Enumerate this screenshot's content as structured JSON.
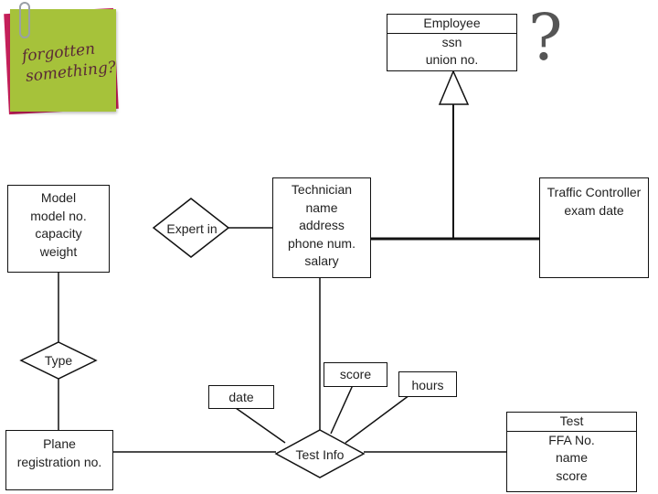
{
  "sticky_note": {
    "line1": "forgotten",
    "line2": "something?",
    "colors": {
      "paper": "#a6c23a",
      "backing": "#c5205a",
      "clip": "#9aa0a6"
    }
  },
  "question_mark": "?",
  "entities": {
    "employee": {
      "title": "Employee",
      "attributes": [
        "ssn",
        "union no."
      ]
    },
    "technician": {
      "title": "Technician",
      "attributes": [
        "name",
        "address",
        "phone num.",
        "salary"
      ]
    },
    "traffic_controller": {
      "title": "Traffic Controller",
      "attributes": [
        "exam date"
      ]
    },
    "model": {
      "title": "Model",
      "attributes": [
        "model no.",
        "capacity",
        "weight"
      ]
    },
    "plane": {
      "title": "Plane",
      "attributes": [
        "registration no."
      ]
    },
    "test": {
      "title": "Test",
      "attributes": [
        "FFA No.",
        "name",
        "score"
      ]
    }
  },
  "relationships": {
    "expert_in": "Expert in",
    "type": "Type",
    "test_info": "Test Info"
  },
  "relationship_attributes": {
    "date": "date",
    "score": "score",
    "hours": "hours"
  }
}
